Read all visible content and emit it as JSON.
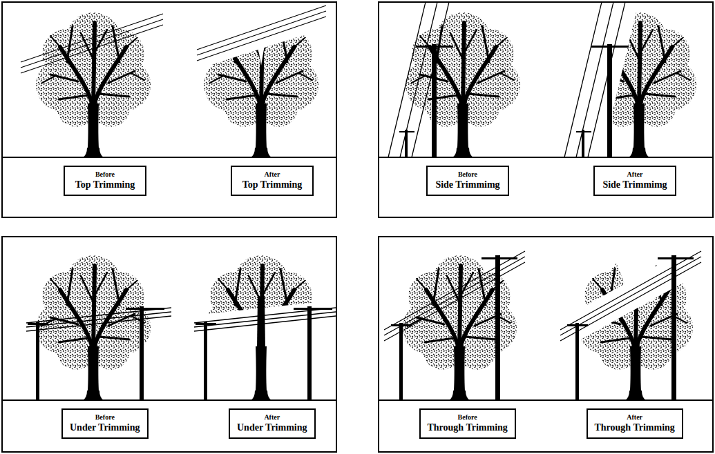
{
  "diagram": {
    "nodes": [
      {
        "text": [
          "Before",
          "Top Trimming"
        ]
      },
      {
        "text": [
          "After",
          "Top Trimming"
        ]
      },
      {
        "text": [
          "Before",
          "Side Trimmimg"
        ]
      },
      {
        "text": [
          "After",
          "Side Trimmimg"
        ]
      },
      {
        "text": [
          "Before",
          "Under Trimming"
        ]
      },
      {
        "text": [
          "After",
          "Under Trimming"
        ]
      },
      {
        "text": [
          "Before",
          "Through Trimming"
        ]
      },
      {
        "text": [
          "After",
          "Through Trimming"
        ]
      }
    ]
  }
}
